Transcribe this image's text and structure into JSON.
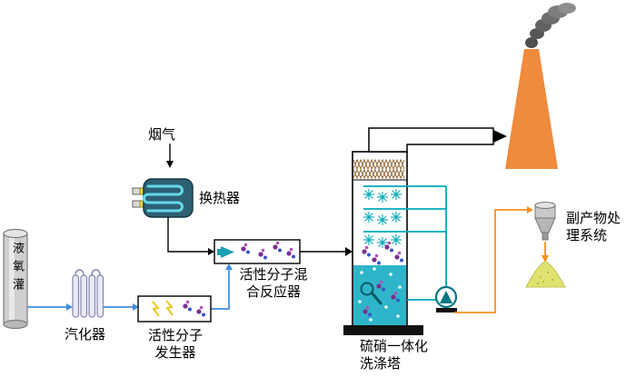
{
  "diagram": {
    "labels": {
      "flue_gas": "烟气",
      "heat_exchanger": "换热器",
      "lox_tank": "液氧灌",
      "vaporizer": "汽化器",
      "generator_line1": "活性分子",
      "generator_line2": "发生器",
      "mixer_line1": "活性分子混",
      "mixer_line2": "合反应器",
      "tower_line1": "硫硝一体化",
      "tower_line2": "洗涤塔",
      "byproduct_line1": "副产物处",
      "byproduct_line2": "理系统"
    },
    "colors": {
      "chimney_orange": "#F08A3C",
      "liquid_teal": "#2FB5C9",
      "pipe_blue": "#3E8EDE",
      "pipe_teal": "#00A9B8",
      "pipe_orange": "#F59120",
      "pile_yellow": "#DFE26F",
      "exchanger_body": "#2E6073",
      "coil_cyan": "#63D9EA",
      "molecule_purple": "#7B2F8F",
      "molecule_blue": "#3A55C4",
      "molecule_magenta": "#B44FB8",
      "lightning_yellow": "#EDC51C",
      "smoke_gray": "#606060"
    }
  }
}
